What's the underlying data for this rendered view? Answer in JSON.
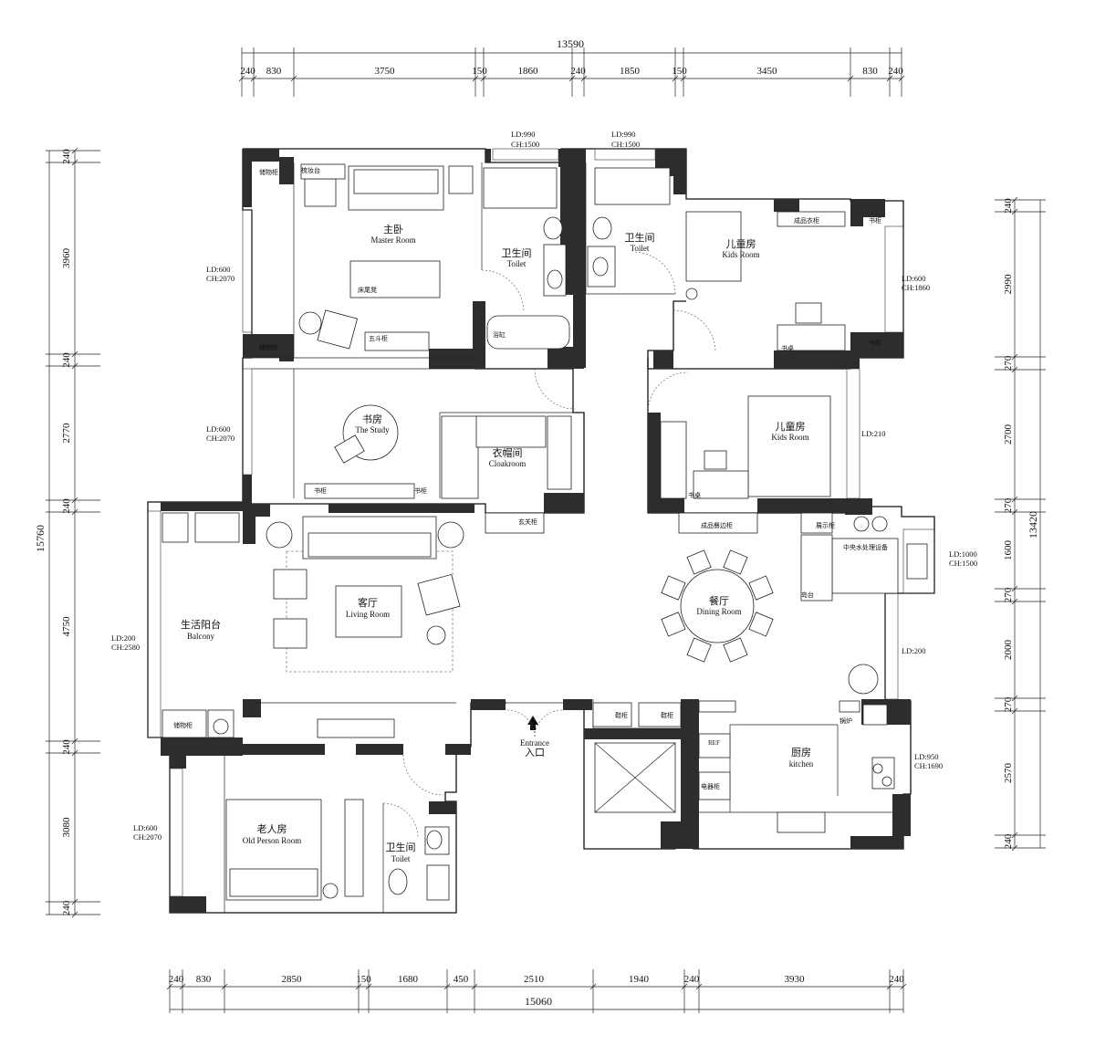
{
  "dimensions": {
    "top": {
      "total": "13590",
      "segments": [
        "240",
        "830",
        "3750",
        "150",
        "1860",
        "240",
        "1850",
        "150",
        "3450",
        "830",
        "240"
      ]
    },
    "bottom": {
      "total": "15060",
      "segments": [
        "240",
        "830",
        "2850",
        "150",
        "1680",
        "450",
        "2510",
        "1940",
        "240",
        "3930",
        "240"
      ]
    },
    "left": {
      "total": "15760",
      "segments": [
        "240",
        "3960",
        "240",
        "2770",
        "240",
        "4750",
        "240",
        "3080",
        "240"
      ]
    },
    "right": {
      "total": "13420",
      "segments": [
        "240",
        "2990",
        "270",
        "2700",
        "270",
        "1600",
        "270",
        "2000",
        "270",
        "2570",
        "240"
      ]
    }
  },
  "rooms": {
    "master": {
      "cn": "主卧",
      "en": "Master Room"
    },
    "toilet_left": {
      "cn": "卫生间",
      "en": "Toilet"
    },
    "toilet_right": {
      "cn": "卫生间",
      "en": "Toilet"
    },
    "kids_top": {
      "cn": "儿童房",
      "en": "Kids Room"
    },
    "study": {
      "cn": "书房",
      "en": "The Study"
    },
    "cloak": {
      "cn": "衣帽间",
      "en": "Cloakroom"
    },
    "kids_mid": {
      "cn": "儿童房",
      "en": "Kids Room"
    },
    "living": {
      "cn": "客厅",
      "en": "Living Room"
    },
    "dining": {
      "cn": "餐厅",
      "en": "Dining Room"
    },
    "balcony": {
      "cn": "生活阳台",
      "en": "Balcony"
    },
    "entrance": {
      "cn": "入口",
      "en": "Entrance"
    },
    "old": {
      "cn": "老人房",
      "en": "Old Person Room"
    },
    "toilet_bottom": {
      "cn": "卫生间",
      "en": "Toilet"
    },
    "kitchen": {
      "cn": "厨房",
      "en": "kitchen"
    }
  },
  "window_notes": {
    "master_w": {
      "ld": "LD:600",
      "ch": "CH:2070"
    },
    "study_w": {
      "ld": "LD:600",
      "ch": "CH:2070"
    },
    "toilet_l": {
      "ld": "LD:990",
      "ch": "CH:1500"
    },
    "toilet_r": {
      "ld": "LD:990",
      "ch": "CH:1500"
    },
    "kids_top": {
      "ld": "LD:600",
      "ch": "CH:1860"
    },
    "kids_mid": {
      "ld": "LD:210"
    },
    "balcony": {
      "ld": "LD:200",
      "ch": "CH:2580"
    },
    "dining_top": {
      "ld": "LD:1000",
      "ch": "CH:1500"
    },
    "dining_bot": {
      "ld": "LD:200"
    },
    "old": {
      "ld": "LD:600",
      "ch": "CH:2070"
    },
    "kitchen": {
      "ld": "LD:950",
      "ch": "CH:1690"
    }
  },
  "furniture_labels": {
    "storage_1": "储物柜",
    "storage_2": "储物柜",
    "dresser": "梳妆台",
    "bed_bench": "床尾凳",
    "chest": "五斗柜",
    "bathtub": "浴缸",
    "kids_wardrobe": "成品衣柜",
    "bookcase_1": "书柜",
    "bookcase_2": "书柜",
    "desk": "书桌",
    "study_shelf_1": "书柜",
    "study_shelf_2": "书柜",
    "kids_desk": "书桌",
    "hall_cab": "玄关柜",
    "side_cab": "成品餐边柜",
    "display_cab": "展示柜",
    "water_sys": "中央水处理设备",
    "island": "岛台",
    "balcony_storage": "储物柜",
    "shoe_1": "鞋柜",
    "shoe_2": "鞋柜",
    "boiler": "锅炉",
    "fridge": "REF",
    "appliance": "电器柜"
  }
}
